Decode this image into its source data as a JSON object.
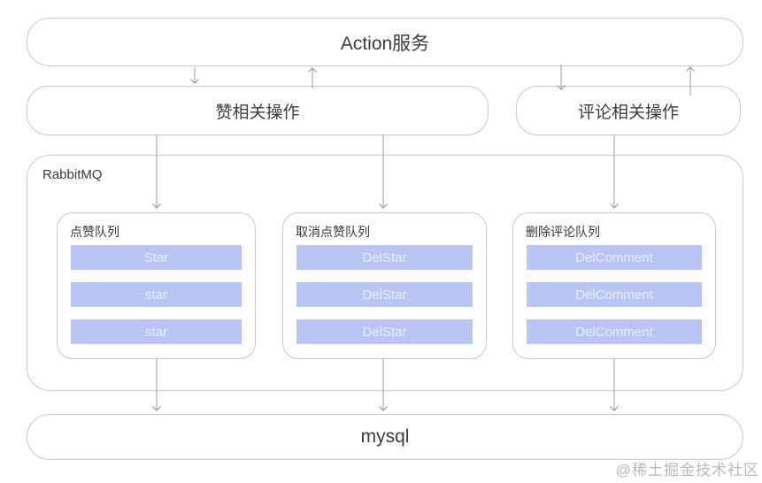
{
  "diagram": {
    "action_service_label": "Action服务",
    "like_ops_label": "赞相关操作",
    "comment_ops_label": "评论相关操作",
    "container_label": "RabbitMQ",
    "mysql_label": "mysql",
    "watermark": "@稀土掘金技术社区"
  },
  "queues": [
    {
      "title": "点赞队列",
      "items": [
        "Star",
        "star",
        "star"
      ]
    },
    {
      "title": "取消点赞队列",
      "items": [
        "DelStar",
        "DelStar",
        "DelStar"
      ]
    },
    {
      "title": "删除评论队列",
      "items": [
        "DelComment",
        "DelComment",
        "DelComment"
      ]
    }
  ],
  "colors": {
    "queue_item_fill": "#b9c5f3",
    "queue_item_text": "#e8ecfc",
    "box_border": "#c9c9c9",
    "arrow": "#9b9b9b",
    "text": "#3d3d3d",
    "watermark": "#b9b9b9"
  }
}
